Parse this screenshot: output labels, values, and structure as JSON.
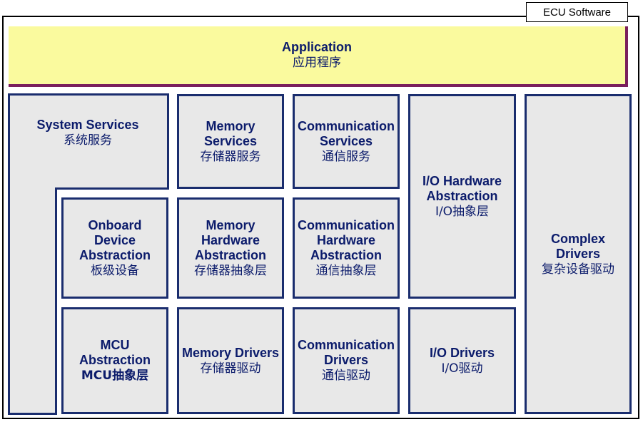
{
  "frame": {
    "title": "ECU Software"
  },
  "application": {
    "en": "Application",
    "zh": "应用程序"
  },
  "system_services": {
    "en": "System Services",
    "zh": "系统服务"
  },
  "memory_services": {
    "en": "Memory\nServices",
    "zh": "存储器服务"
  },
  "communication_services": {
    "en": "Communication\nServices",
    "zh": "通信服务"
  },
  "io_hardware_abstraction": {
    "en": "I/O Hardware\nAbstraction",
    "zh": "I/O抽象层"
  },
  "complex_drivers": {
    "en": "Complex\nDrivers",
    "zh": "复杂设备驱动"
  },
  "onboard_device_abstraction": {
    "en": "Onboard\nDevice\nAbstraction",
    "zh": "板级设备"
  },
  "memory_hardware_abstraction": {
    "en": "Memory\nHardware\nAbstraction",
    "zh": "存储器抽象层"
  },
  "communication_hardware_abstraction": {
    "en": "Communication\nHardware\nAbstraction",
    "zh": "通信抽象层"
  },
  "mcu_abstraction": {
    "en": "MCU\nAbstraction",
    "zh": "MCU抽象层"
  },
  "memory_drivers": {
    "en": "Memory Drivers",
    "zh": "存储器驱动"
  },
  "communication_drivers": {
    "en": "Communication\nDrivers",
    "zh": "通信驱动"
  },
  "io_drivers": {
    "en": "I/O Drivers",
    "zh": "I/O驱动"
  },
  "colors": {
    "layer_fill": "#e8e8e8",
    "layer_border": "#1a2d6e",
    "text": "#0b1b6b",
    "application_fill": "#fafa9e",
    "application_shadow": "#7a1f5c"
  }
}
